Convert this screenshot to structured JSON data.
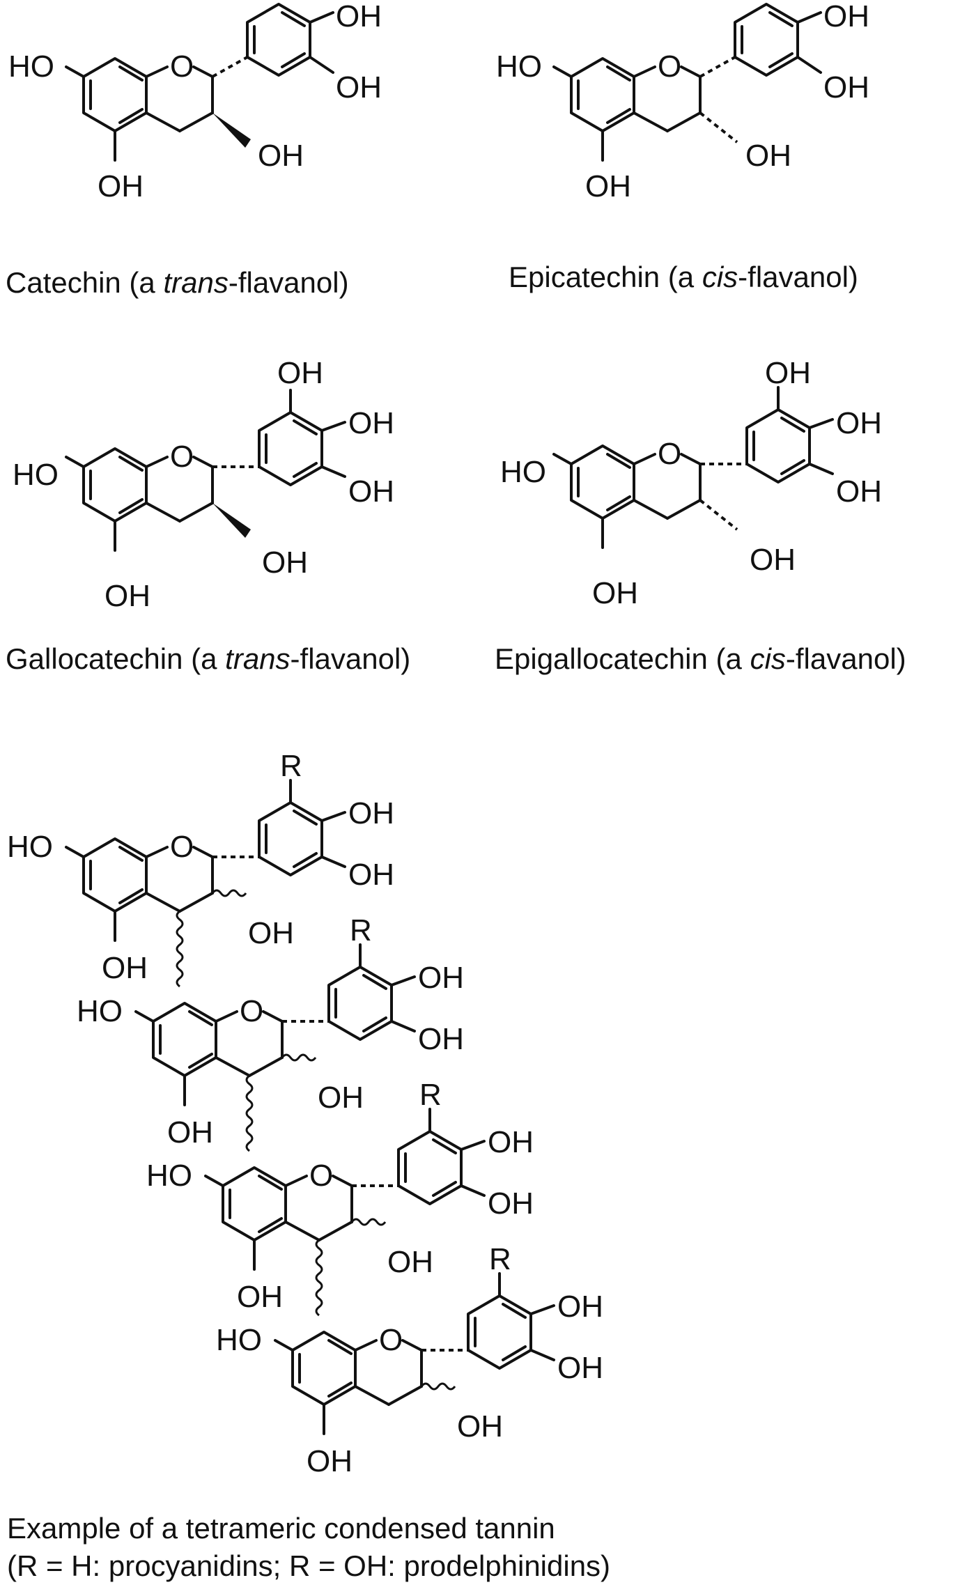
{
  "captions": {
    "catechin": {
      "name": "Catechin (a ",
      "italic": "trans",
      "rest": "-flavanol)"
    },
    "epicatechin": {
      "name": "Epicatechin (a ",
      "italic": "cis",
      "rest": "-flavanol)"
    },
    "gallocatechin": {
      "name": "Gallocatechin (a ",
      "italic": "trans",
      "rest": "-flavanol)"
    },
    "epigallocatechin": {
      "name": "Epigallocatechin (a ",
      "italic": "cis",
      "rest": "-flavanol)"
    },
    "tannin_line1": "Example of a tetrameric condensed tannin",
    "tannin_line2": "(R = H: procyanidins; R = OH: prodelphinidins)"
  },
  "atoms": {
    "oh": "OH",
    "ho": "HO",
    "o": "O",
    "r": "R"
  },
  "colors": {
    "ink": "#111111",
    "background": "#ffffff"
  }
}
